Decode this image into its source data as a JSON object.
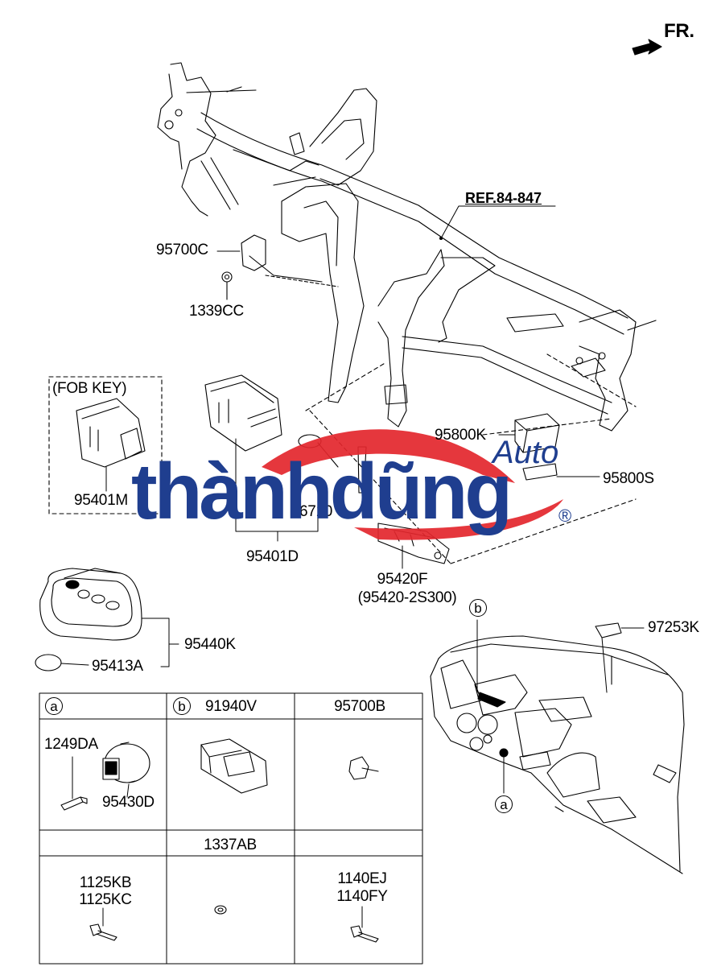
{
  "direction_label": "FR.",
  "reference_label": "REF.84-847",
  "fob_key_box_label": "(FOB KEY)",
  "parts": {
    "p95700C": "95700C",
    "p1339CC": "1339CC",
    "p95401M": "95401M",
    "p95401D": "95401D",
    "p95800K": "95800K",
    "p95800S": "95800S",
    "p95420F": "95420F",
    "p95420F_alt": "(95420-2S300)",
    "p95440K": "95440K",
    "p95413A": "95413A",
    "p97253K": "97253K",
    "partial_code": "6710"
  },
  "callouts": {
    "a": "a",
    "b": "b"
  },
  "table": {
    "cell_a_callout": "a",
    "cell_a_label_1": "1249DA",
    "cell_a_label_2": "95430D",
    "cell_b_callout": "b",
    "cell_b_header": "91940V",
    "cell_c_header": "95700B",
    "row2_header": "1337AB",
    "cell_d_label_1": "1125KB",
    "cell_d_label_2": "1125KC",
    "cell_f_label_1": "1140EJ",
    "cell_f_label_2": "1140FY"
  },
  "watermark": {
    "brand": "thànhdũng",
    "sub": "Auto",
    "mark": "®"
  },
  "colors": {
    "watermark": "#1f3e8f",
    "watermark_swoosh": "#e3262c",
    "line": "#000000"
  },
  "icons": [
    "arrow-front-icon",
    "crossmember-frame",
    "dashboard-panel"
  ]
}
